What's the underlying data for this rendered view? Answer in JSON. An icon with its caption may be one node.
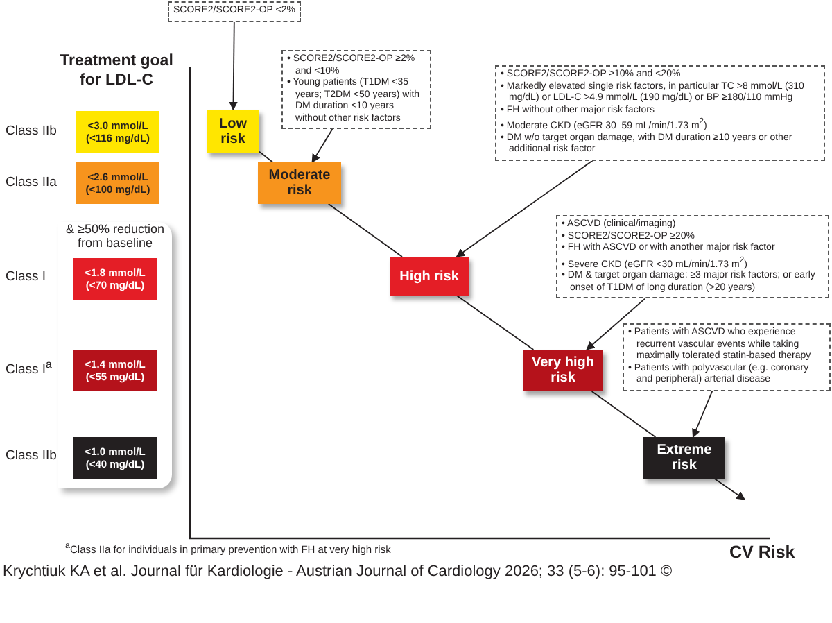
{
  "diagram": {
    "caption": "Krychtiuk KA et al. Journal für Kardiologie - Austrian Journal of Cardiology 2026; 33 (5-6): 95-101 ©",
    "nodes": [
      {
        "text": [
          "<3.0 mmol/L (<116 mg/dL)"
        ],
        "beside": [
          "Class IIb"
        ]
      },
      {
        "text": [
          "<2.6 mmol/L (<100 mg/dL)"
        ],
        "beside": [
          "Class IIa"
        ]
      },
      {
        "text": [
          "& ≥50% reduction from baseline"
        ]
      },
      {
        "text": [
          "<1.8 mmol/L (<70 mg/dL)"
        ],
        "in": 2,
        "beside": [
          "Class I"
        ]
      },
      {
        "text": [
          "<1.4 mmol/L (<55 mg/dL)"
        ],
        "in": 2,
        "beside": [
          "Class I$^{a}$"
        ]
      },
      {
        "text": [
          "<1.0 mmol/L (<40 mg/dL)"
        ],
        "in": 2,
        "beside": [
          "Class IIb"
        ]
      },
      {
        "text": [
          "SCORE2/SCORE2-OP <2%"
        ]
      },
      {
        "text": [
          "Low risk"
        ]
      },
      {
        "text": [
          "• SCORE2/SCORE2-OP ≥2% and <10%",
          "• Young patients (T1DM <35 years; T2DM <50 years) with DM duration <10 years without other risk factors"
        ]
      },
      {
        "text": [
          "Moderate risk"
        ]
      },
      {
        "text": [
          "• SCORE2/SCORE2-OP ≥10% and <20%",
          "• Markedly elevated single risk factors, in particular TC >8 mmol/L (310 mg/dL) or LDL-C >4.9 mmol/L (190 mg/dL) or BP ≥180/110 mmHg",
          "• FH without other major risk factors",
          "• Moderate CKD (eGFR 30–59 mL/min/1.73 m$^{2}$)",
          "• DM w/o target organ damage, with DM duration ≥10 years or other additional risk factor"
        ]
      },
      {
        "text": [
          "High risk"
        ]
      },
      {
        "text": [
          "• ASCVD (clinical/imaging)",
          "• SCORE2/SCORE2-OP ≥20%",
          "• FH with ASCVD or with another major risk factor",
          "• Severe CKD (eGFR <30 mL/min/1.73 m$^{2}$)",
          "• DM & target organ damage: ≥3 major risk factors; or early onset of T1DM of long duration (>20 years)"
        ]
      },
      {
        "text": [
          "Very high risk"
        ]
      },
      {
        "text": [
          "• Patients with ASCVD who experience recurrent vascular events while taking maximally tolerated statin-based therapy",
          "• Patients with polyvascular (e.g. coronary and peripheral) arterial disease"
        ]
      },
      {
        "text": [
          "Extreme risk"
        ]
      }
    ],
    "edges": [
      {
        "from": 6,
        "to": 7,
        "arrow": "to"
      },
      {
        "from": 7,
        "to": 9,
        "arrow": "none"
      },
      {
        "from": 8,
        "to": 9,
        "arrow": "to"
      },
      {
        "from": 9,
        "to": 11,
        "arrow": "none"
      },
      {
        "from": 10,
        "to": 11,
        "arrow": "to"
      },
      {
        "from": 11,
        "to": 13,
        "arrow": "none"
      },
      {
        "from": 12,
        "to": 13,
        "arrow": "to"
      },
      {
        "from": 13,
        "to": 15,
        "arrow": "none"
      },
      {
        "from": 14,
        "to": 15,
        "arrow": "to"
      },
      {
        "from": 15,
        "to": null,
        "arrow": "to"
      }
    ],
    "labels": [
      "Treatment goal for LDL-C",
      "$^{a}$Class IIa for individuals in primary prevention with FH at very high risk",
      "CV Risk"
    ]
  }
}
